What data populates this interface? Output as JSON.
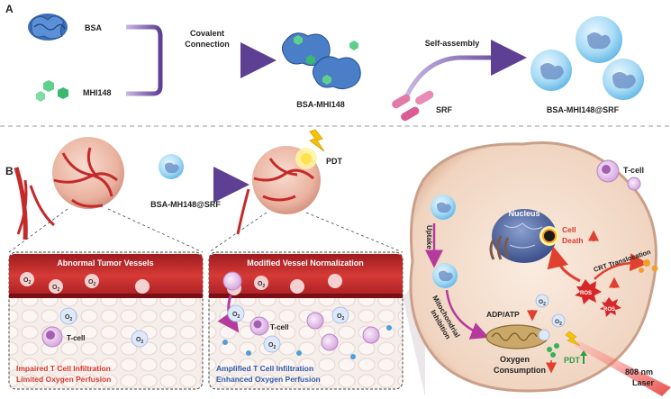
{
  "panel_a": {
    "letter": "A",
    "bsa": "BSA",
    "mhi148": "MHI148",
    "covalent_line1": "Covalent",
    "covalent_line2": "Connection",
    "conjugate": "BSA-MHI148",
    "self_assembly": "Self-assembly",
    "srf": "SRF",
    "product": "BSA-MHI148@SRF"
  },
  "panel_b": {
    "letter": "B",
    "pdt_top": "PDT",
    "injection": "BSA-MH148@SRF",
    "left_box": {
      "title": "Abnormal Tumor Vessels",
      "tcell": "T-cell",
      "caption1": "Impaired T Cell Infiltration",
      "caption2": "Limited Oxygen Perfusion"
    },
    "right_box": {
      "title": "Modified Vessel Normalization",
      "tcell": "T-cell",
      "caption1": "Amplified T Cell Infiltration",
      "caption2": "Enhanced Oxygen Perfusion"
    },
    "o2": "O",
    "o2_sub": "2",
    "cell": {
      "tcell_outside": "T-cell",
      "nucleus": "Nucleus",
      "cell_death1": "Cell",
      "cell_death2": "Death",
      "uptake": "Uptake",
      "mito1": "Mitochondrial",
      "mito2": "Inhibition",
      "adp_atp": "ADP/ATP",
      "oxygen1": "Oxygen",
      "oxygen2": "Consumption",
      "pdt": "PDT",
      "ros": "ROS",
      "crt": "CRT Translocation",
      "laser1": "808 nm",
      "laser2": "Laser"
    }
  },
  "colors": {
    "purple": "#6a4c9c",
    "red_text": "#d93a2e",
    "blue_text": "#2f5aa8",
    "vessel_red": "#c8262c",
    "green": "#2e9e44"
  }
}
